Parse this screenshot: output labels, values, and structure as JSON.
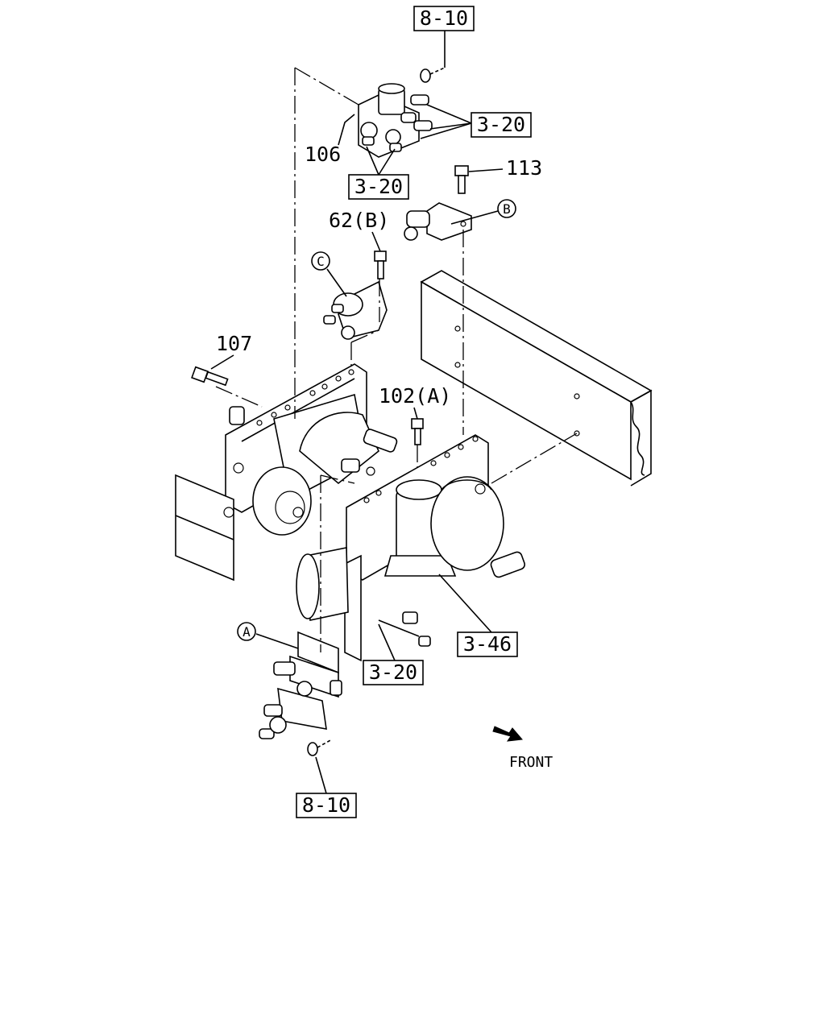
{
  "references": {
    "top_8_10": "8-10",
    "upper_right_3_20": "3-20",
    "upper_3_20": "3-20",
    "lower_3_20": "3-20",
    "dryer_3_46": "3-46",
    "bottom_8_10": "8-10"
  },
  "part_numbers": {
    "p106": "106",
    "p113": "113",
    "p62b": "62(B)",
    "p107": "107",
    "p102a": "102(A)"
  },
  "callouts": {
    "a": "A",
    "b": "B",
    "c": "C"
  },
  "front_label": "FRONT"
}
